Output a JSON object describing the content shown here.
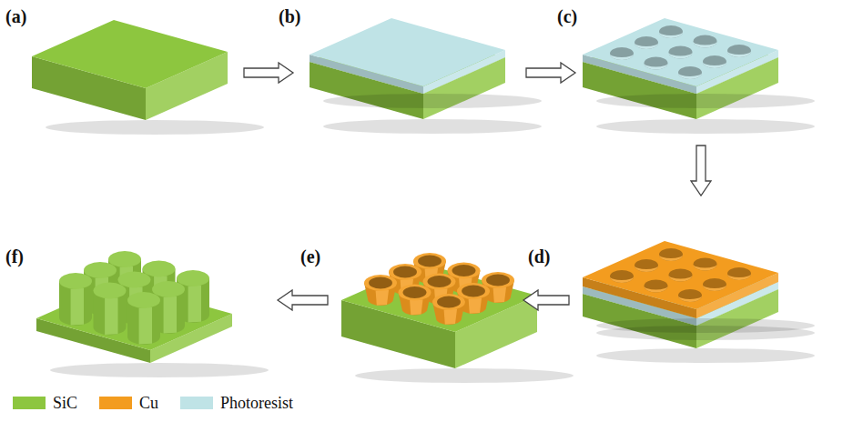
{
  "diagram": {
    "labels": [
      "(a)",
      "(b)",
      "(c)",
      "(d)",
      "(e)",
      "(f)"
    ],
    "legend": [
      {
        "text": "SiC",
        "color": "#8dc63f"
      },
      {
        "text": "Cu",
        "color": "#f39c1f"
      },
      {
        "text": "Photoresist",
        "color": "#bfe3e6"
      }
    ]
  }
}
